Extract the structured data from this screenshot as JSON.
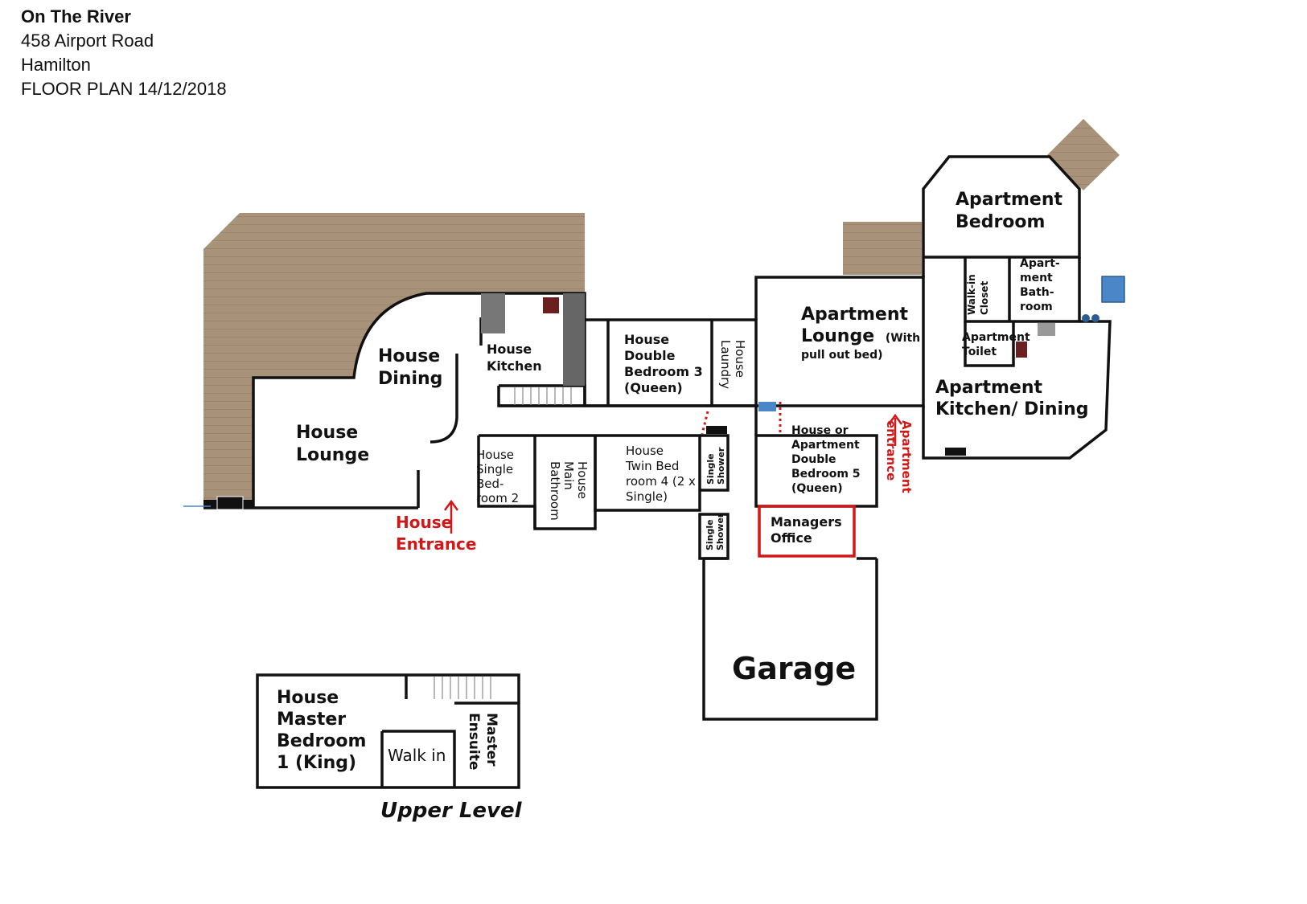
{
  "header": {
    "name": "On The River",
    "address": "458 Airport Road",
    "city": "Hamilton",
    "plan": "FLOOR PLAN 14/12/2018"
  },
  "rooms": {
    "apartment_bedroom": [
      "Apartment",
      "Bedroom"
    ],
    "apartment_bathroom": [
      "Apart-",
      "ment",
      "Bath-",
      "room"
    ],
    "walk_in_closet": [
      "Walk-in",
      "Closet"
    ],
    "apartment_toilet": [
      "Apartment",
      "Toilet"
    ],
    "apartment_lounge": [
      "Apartment",
      "Lounge",
      "(With",
      "pull out bed)"
    ],
    "apartment_kitchen": [
      "Apartment",
      "Kitchen/ Dining"
    ],
    "house_dining": [
      "House",
      "Dining"
    ],
    "house_kitchen": [
      "House",
      "Kitchen"
    ],
    "house_double_bedroom3": [
      "House",
      "Double",
      "Bedroom 3",
      "(Queen)"
    ],
    "house_laundry": [
      "House",
      "Laundry"
    ],
    "house_lounge": [
      "House",
      "Lounge"
    ],
    "house_single_bedroom2": [
      "House",
      "Single",
      "Bed-",
      "room 2"
    ],
    "house_main_bathroom": [
      "House",
      "Main",
      "Bathroom"
    ],
    "house_twin_bedroom4": [
      "House",
      "Twin Bed",
      "room 4 (2 x",
      "Single)"
    ],
    "single_shower_1": [
      "Single",
      "Shower"
    ],
    "single_shower_2": [
      "Single",
      "Shower"
    ],
    "bedroom5": [
      "House or",
      "Apartment",
      "Double",
      "Bedroom 5",
      "(Queen)"
    ],
    "managers_office": [
      "Managers",
      "Office"
    ],
    "garage": "Garage",
    "master_bedroom": [
      "House",
      "Master",
      "Bedroom",
      "1 (King)"
    ],
    "walk_in": "Walk in",
    "master_ensuite": [
      "Master",
      "Ensuite"
    ]
  },
  "entrances": {
    "house": [
      "House",
      "Entrance"
    ],
    "apartment": [
      "Apartment",
      "entrance"
    ]
  },
  "upper_level": "Upper Level",
  "colors": {
    "deck": "#a8927a",
    "wall": "#111111",
    "entrance": "#d01818",
    "fixture": "#4a86c8"
  }
}
